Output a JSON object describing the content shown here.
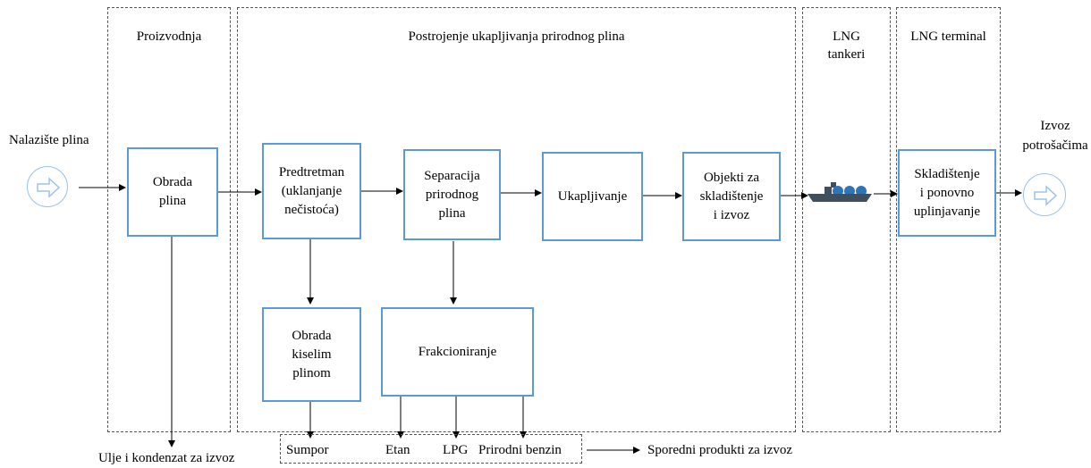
{
  "sources": {
    "gas_field": "Nalazište plina",
    "export_consumers": "Izvoz\npotrošačima"
  },
  "regions": {
    "production": "Proizvodnja",
    "plant": "Postrojenje ukapljivanja prirodnog plina",
    "tankers": "LNG\ntankeri",
    "terminal": "LNG terminal"
  },
  "boxes": {
    "gas_processing": "Obrada\nplina",
    "pretreatment": "Predtretman\n(uklanjanje\nnečistoća)",
    "separation": "Separacija\nprirodnog\nplina",
    "liquefaction": "Ukapljivanje",
    "storage_export": "Objekti za\nskladištenje\ni izvoz",
    "acid_gas": "Obrada\nkiselim\nplinom",
    "fractionation": "Frakcioniranje",
    "storage_regas": "Skladištenje\ni ponovno\nuplinjavanje"
  },
  "outputs": {
    "oil_condensate": "Ulje i kondenzat za izvoz",
    "byproducts_export": "Sporedni produkti za izvoz"
  },
  "byproducts": {
    "sulfur": "Sumpor",
    "ethane": "Etan",
    "lpg": "LPG",
    "natural_gasoline": "Prirodni benzin"
  },
  "colors": {
    "box_border": "#5b9bd5",
    "region_border": "#555555",
    "ship": "#3f4f5e",
    "ship_domes": "#2e75b6"
  },
  "icons": {
    "input_arrow": "circle-arrow-right-icon",
    "output_arrow": "circle-arrow-right-icon",
    "tanker": "lng-tanker-ship-icon"
  }
}
